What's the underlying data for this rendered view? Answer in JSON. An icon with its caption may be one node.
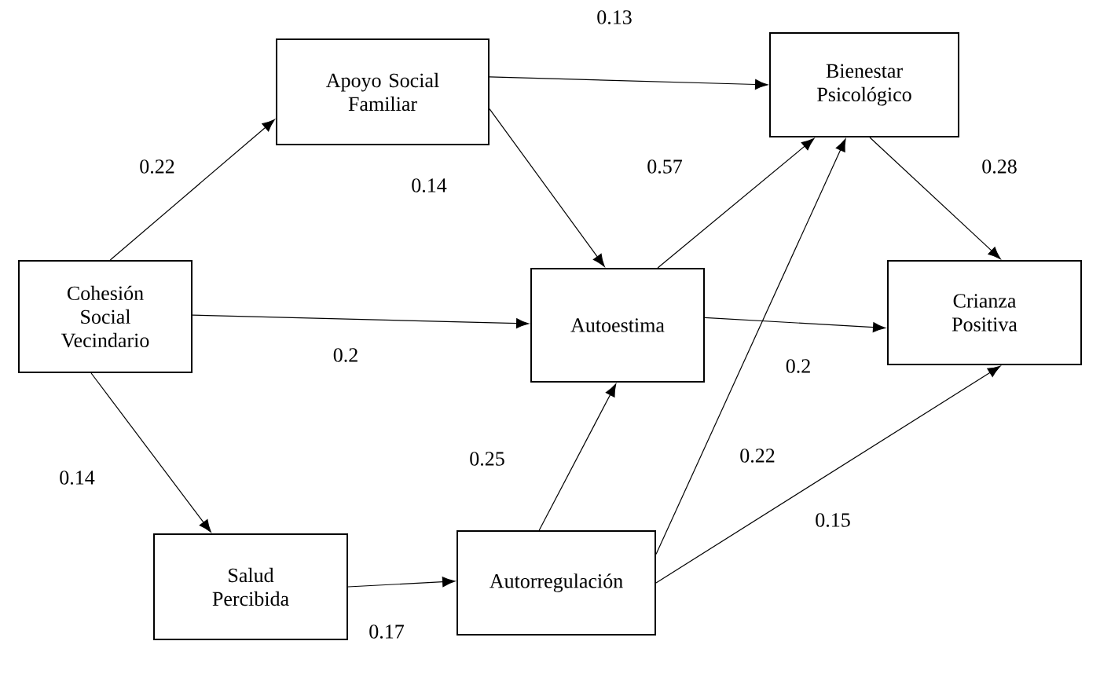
{
  "diagram": {
    "nodes": [
      {
        "text": [
          "Cohesión Social Vecindario"
        ]
      },
      {
        "text": [
          "Apoyo Social Familiar"
        ]
      },
      {
        "text": [
          "Bienestar Psicológico"
        ]
      },
      {
        "text": [
          "Autoestima"
        ]
      },
      {
        "text": [
          "Crianza Positiva"
        ]
      },
      {
        "text": [
          "Salud Percibida"
        ]
      },
      {
        "text": [
          "Autorregulación"
        ]
      }
    ],
    "edges": [
      {
        "from": 0,
        "to": 1,
        "arrow": "to",
        "label": "0.22"
      },
      {
        "from": 1,
        "to": 2,
        "arrow": "to",
        "label": "0.13"
      },
      {
        "from": 1,
        "to": 3,
        "arrow": "to",
        "label": "0.14"
      },
      {
        "from": 3,
        "to": 2,
        "arrow": "to",
        "label": "0.57"
      },
      {
        "from": 2,
        "to": 4,
        "arrow": "to",
        "label": "0.28"
      },
      {
        "from": 0,
        "to": 3,
        "arrow": "to",
        "label": "0.2"
      },
      {
        "from": 3,
        "to": 4,
        "arrow": "to",
        "label": "0.2"
      },
      {
        "from": 0,
        "to": 5,
        "arrow": "to",
        "label": "0.14"
      },
      {
        "from": 6,
        "to": 3,
        "arrow": "to",
        "label": "0.25"
      },
      {
        "from": 6,
        "to": 2,
        "arrow": "to",
        "label": "0.22"
      },
      {
        "from": 6,
        "to": 4,
        "arrow": "to",
        "label": "0.15"
      },
      {
        "from": 5,
        "to": 6,
        "arrow": "to",
        "label": "0.17"
      }
    ]
  }
}
